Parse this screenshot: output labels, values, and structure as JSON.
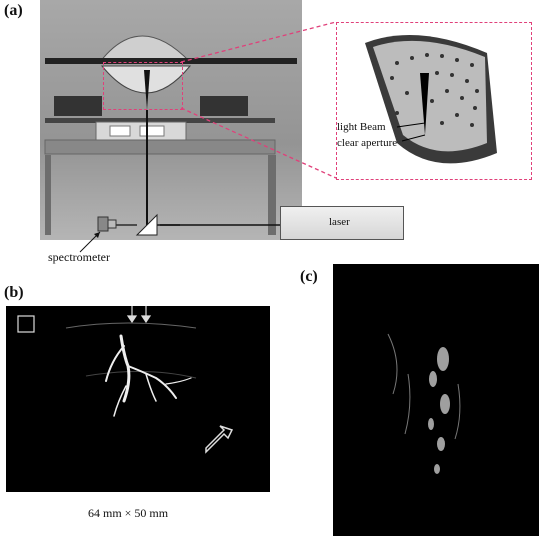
{
  "panel_a": {
    "label": "(a)",
    "inset_labels": {
      "light_beam": "light Beam",
      "clear_aperture": "clear aperture"
    },
    "laser_label": "laser",
    "spectrometer_label": "spectrometer"
  },
  "panel_b": {
    "label": "(b)",
    "caption": "64 mm × 50 mm"
  },
  "panel_c": {
    "label": "(c)"
  },
  "colors": {
    "dashed_highlight": "#e0407a",
    "photo_background": "#9a9a9a"
  }
}
